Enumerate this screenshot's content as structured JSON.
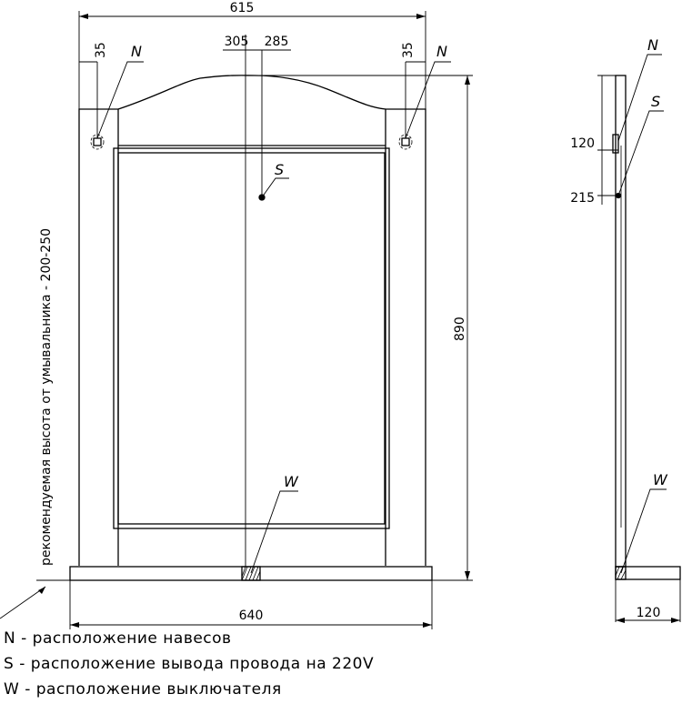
{
  "dimensions": {
    "total_width": "615",
    "offset_center_left": "305",
    "offset_center_right": "285",
    "hook_left_offset": "35",
    "hook_right_offset": "35",
    "height": "890",
    "base_width": "640",
    "side_hook_height": "120",
    "side_outlet_height": "215",
    "side_depth": "120"
  },
  "labels": {
    "hook": "N",
    "outlet": "S",
    "switch": "W"
  },
  "side_labels": {
    "hook": "N",
    "outlet": "S",
    "switch": "W"
  },
  "recommended_height": "рекомендуемая высота от умывальника - 200-250",
  "legend": [
    "N - расположение навесов",
    "S - расположение вывода провода на 220V",
    "W - расположение выключателя"
  ]
}
